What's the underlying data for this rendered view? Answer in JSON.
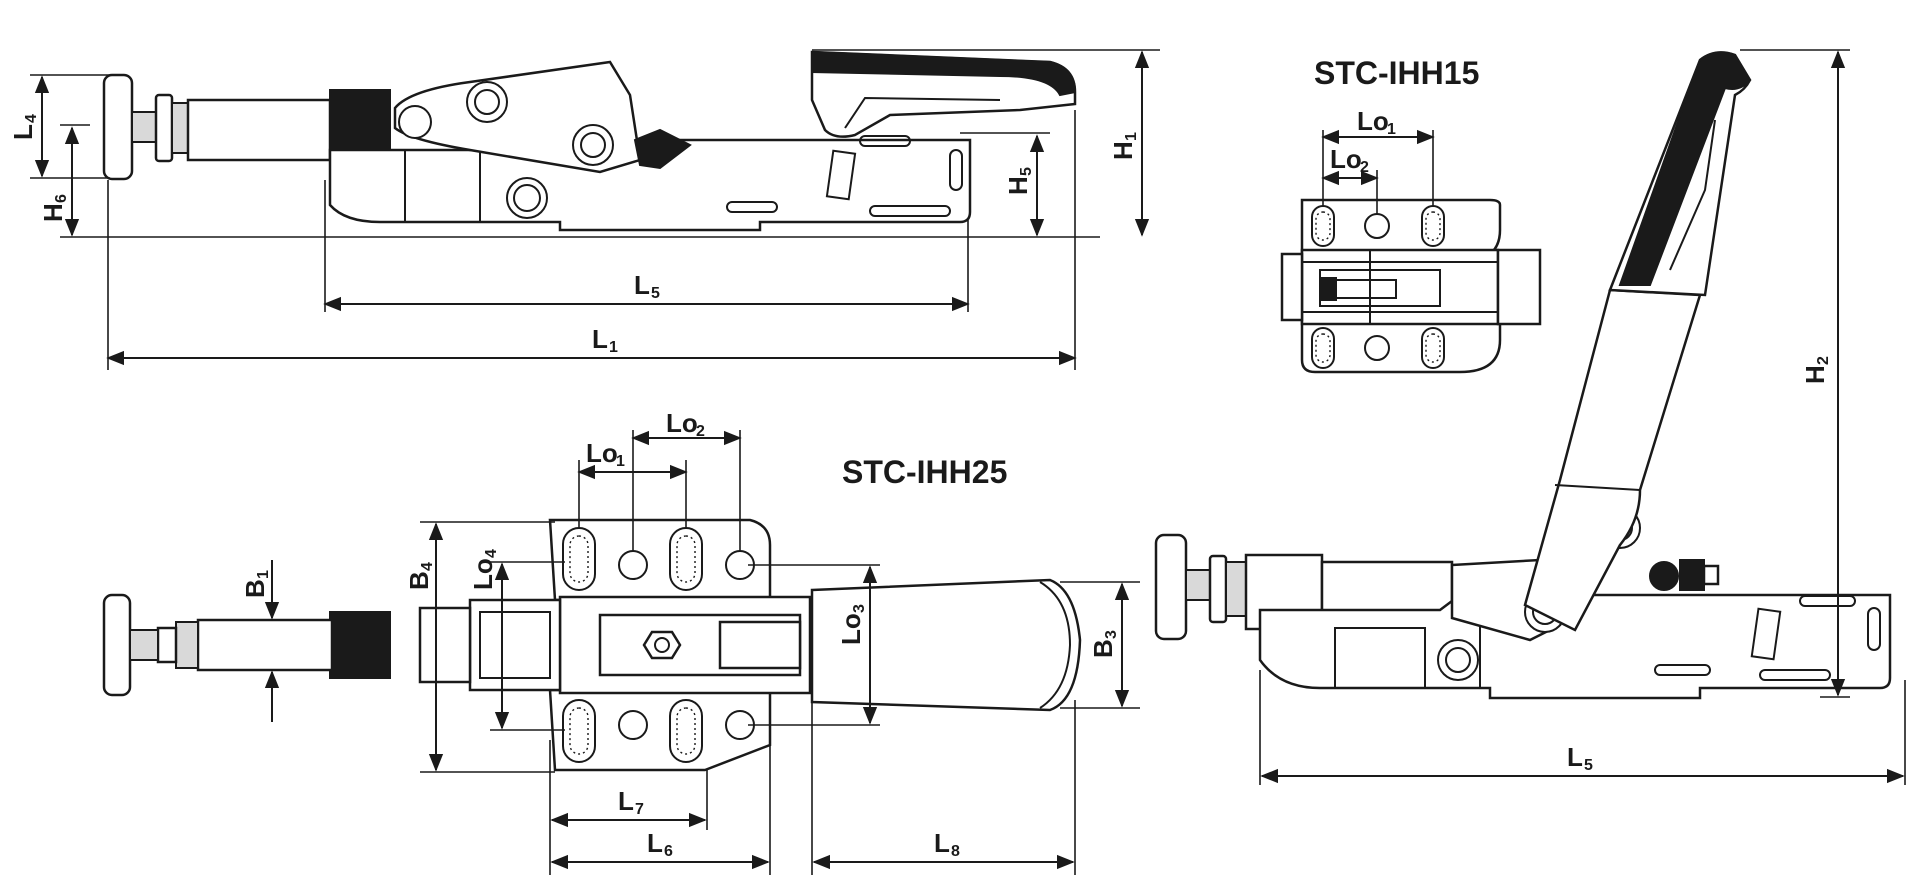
{
  "models": {
    "small": "STC-IHH15",
    "large": "STC-IHH25"
  },
  "dims": {
    "L1": {
      "main": "L",
      "sub": "1"
    },
    "L4": {
      "main": "L",
      "sub": "4"
    },
    "L5a": {
      "main": "L",
      "sub": "5"
    },
    "L5b": {
      "main": "L",
      "sub": "5"
    },
    "L6": {
      "main": "L",
      "sub": "6"
    },
    "L7": {
      "main": "L",
      "sub": "7"
    },
    "L8": {
      "main": "L",
      "sub": "8"
    },
    "H1": {
      "main": "H",
      "sub": "1"
    },
    "H2": {
      "main": "H",
      "sub": "2"
    },
    "H5": {
      "main": "H",
      "sub": "5"
    },
    "H6": {
      "main": "H",
      "sub": "6"
    },
    "B1": {
      "main": "B",
      "sub": "1"
    },
    "B3": {
      "main": "B",
      "sub": "3"
    },
    "B4": {
      "main": "B",
      "sub": "4"
    },
    "Lo1a": {
      "main": "Lo",
      "sub": "1"
    },
    "Lo2a": {
      "main": "Lo",
      "sub": "2"
    },
    "Lo1b": {
      "main": "Lo",
      "sub": "1"
    },
    "Lo2b": {
      "main": "Lo",
      "sub": "2"
    },
    "Lo3": {
      "main": "Lo",
      "sub": "3"
    },
    "Lo4": {
      "main": "Lo",
      "sub": "4"
    }
  },
  "colors": {
    "line": "#1a1a1a",
    "fill_dark": "#1a1a1a",
    "fill_gray": "#d9d9d9",
    "background": "#ffffff"
  }
}
